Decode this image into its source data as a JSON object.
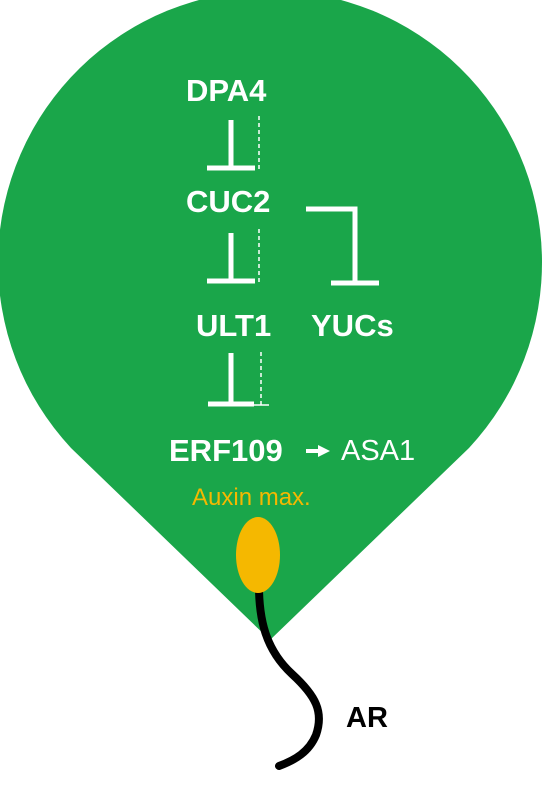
{
  "colors": {
    "leaf_fill": "#1aa64a",
    "text_light": "#ffffff",
    "auxin": "#f5b800",
    "root": "#000000",
    "background": "#ffffff"
  },
  "nodes": {
    "dpa4": "DPA4",
    "cuc2": "CUC2",
    "ult1": "ULT1",
    "yucs": "YUCs",
    "erf109": "ERF109",
    "asa1": "ASA1"
  },
  "annotations": {
    "auxin_max": "Auxin max.",
    "root_label": "AR"
  },
  "edges": [
    {
      "from": "DPA4",
      "to": "CUC2",
      "type": "inhibition",
      "style": "solid"
    },
    {
      "from": "DPA4",
      "to": "CUC2",
      "type": "inhibition",
      "style": "dashed"
    },
    {
      "from": "CUC2",
      "to": "ULT1",
      "type": "inhibition",
      "style": "solid"
    },
    {
      "from": "CUC2",
      "to": "ULT1",
      "type": "inhibition",
      "style": "dashed"
    },
    {
      "from": "CUC2",
      "to": "YUCs",
      "type": "inhibition",
      "style": "solid"
    },
    {
      "from": "ULT1",
      "to": "ERF109",
      "type": "inhibition",
      "style": "solid"
    },
    {
      "from": "ULT1",
      "to": "ERF109",
      "type": "inhibition",
      "style": "dashed"
    },
    {
      "from": "ERF109",
      "to": "ASA1",
      "type": "activation",
      "style": "solid"
    }
  ]
}
